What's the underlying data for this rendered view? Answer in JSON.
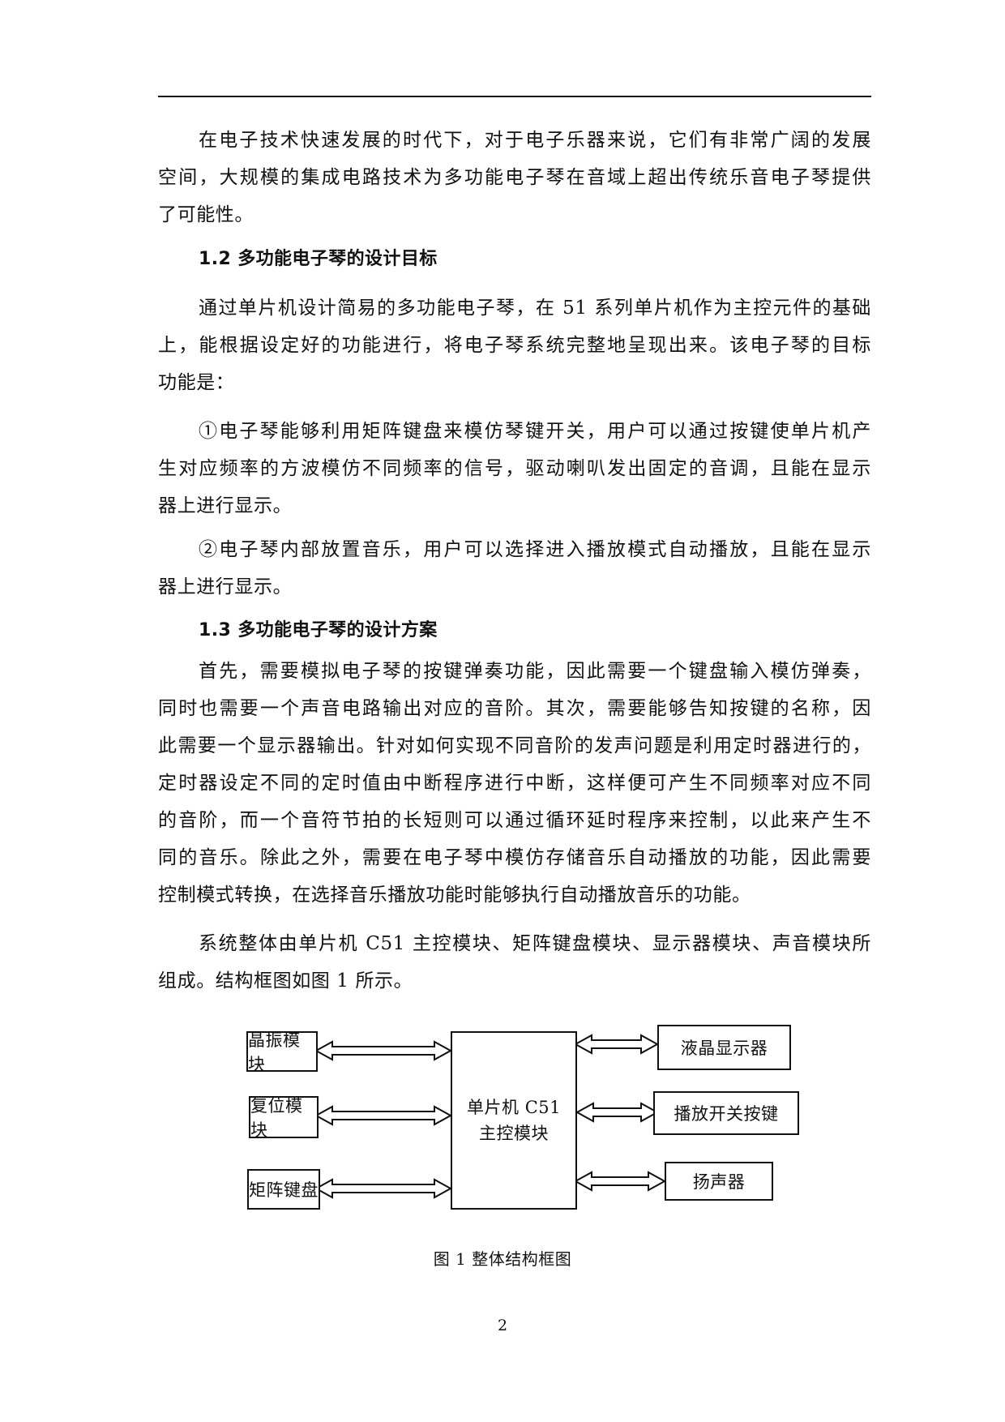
{
  "document": {
    "page_number": "2",
    "paragraphs": {
      "intro": [
        "在电子技术快速发展的时代下，对于电子乐器来说，它们有非常广阔的发展",
        "空间，大规模的集成电路技术为多功能电子琴在音域上超出传统乐音电子琴提供",
        "了可能性。"
      ],
      "goal_intro": [
        "通过单片机设计简易的多功能电子琴，在 51 系列单片机作为主控元件的基础",
        "上，能根据设定好的功能进行，将电子琴系统完整地呈现出来。该电子琴的目标",
        "功能是："
      ],
      "goal_item1": [
        "①电子琴能够利用矩阵键盘来模仿琴键开关，用户可以通过按键使单片机产",
        "生对应频率的方波模仿不同频率的信号，驱动喇叭发出固定的音调，且能在显示",
        "器上进行显示。"
      ],
      "goal_item2": [
        "②电子琴内部放置音乐，用户可以选择进入播放模式自动播放，且能在显示",
        "器上进行显示。"
      ],
      "plan": [
        "首先，需要模拟电子琴的按键弹奏功能，因此需要一个键盘输入模仿弹奏，",
        "同时也需要一个声音电路输出对应的音阶。其次，需要能够告知按键的名称，因",
        "此需要一个显示器输出。针对如何实现不同音阶的发声问题是利用定时器进行的，",
        "定时器设定不同的定时值由中断程序进行中断，这样便可产生不同频率对应不同",
        "的音阶，而一个音符节拍的长短则可以通过循环延时程序来控制，以此来产生不",
        "同的音乐。除此之外，需要在电子琴中模仿存储音乐自动播放的功能，因此需要",
        "控制模式转换，在选择音乐播放功能时能够执行自动播放音乐的功能。"
      ],
      "system": [
        "系统整体由单片机 C51 主控模块、矩阵键盘模块、显示器模块、声音模块所",
        "组成。结构框图如图 1 所示。"
      ]
    },
    "headings": {
      "h1_2": "1.2  多功能电子琴的设计目标",
      "h1_3": "1.3  多功能电子琴的设计方案"
    },
    "figure": {
      "caption": "图 1  整体结构框图",
      "center_block": {
        "line1": "单片机 C51",
        "line2": "主控模块"
      },
      "left_blocks": [
        "晶振模块",
        "复位模块",
        "矩阵键盘"
      ],
      "right_blocks": [
        "液晶显示器",
        "播放开关按键",
        "扬声器"
      ],
      "connections": "bidirectional"
    }
  }
}
